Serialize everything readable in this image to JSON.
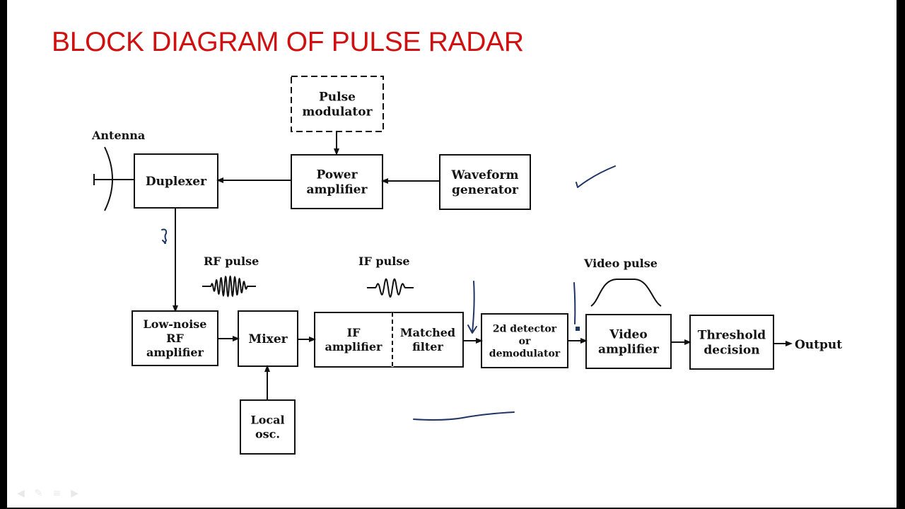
{
  "slide": {
    "title": "BLOCK DIAGRAM OF PULSE RADAR"
  },
  "diagram": {
    "antenna_label": "Antenna",
    "output_label": "Output",
    "signal_labels": {
      "rf_pulse": "RF pulse",
      "if_pulse": "IF pulse",
      "video_pulse": "Video pulse"
    },
    "blocks": {
      "pulse_modulator": [
        "Pulse",
        "modulator"
      ],
      "duplexer": [
        "Duplexer"
      ],
      "power_amplifier": [
        "Power",
        "amplifier"
      ],
      "waveform_generator": [
        "Waveform",
        "generator"
      ],
      "low_noise_rf_amplifier": [
        "Low-noise",
        "RF",
        "amplifier"
      ],
      "mixer": [
        "Mixer"
      ],
      "if_amplifier": [
        "IF",
        "amplifier"
      ],
      "matched_filter": [
        "Matched",
        "filter"
      ],
      "detector": [
        "2d detector",
        "or",
        "demodulator"
      ],
      "video_amplifier": [
        "Video",
        "amplifier"
      ],
      "threshold_decision": [
        "Threshold",
        "decision"
      ],
      "local_osc": [
        "Local",
        "osc."
      ]
    },
    "ink_color": "#1f3566",
    "title_color": "#d01010"
  },
  "nav": {
    "prev_icon": "◀",
    "pen_icon": "✎",
    "menu_icon": "≡",
    "next_icon": "▶"
  }
}
